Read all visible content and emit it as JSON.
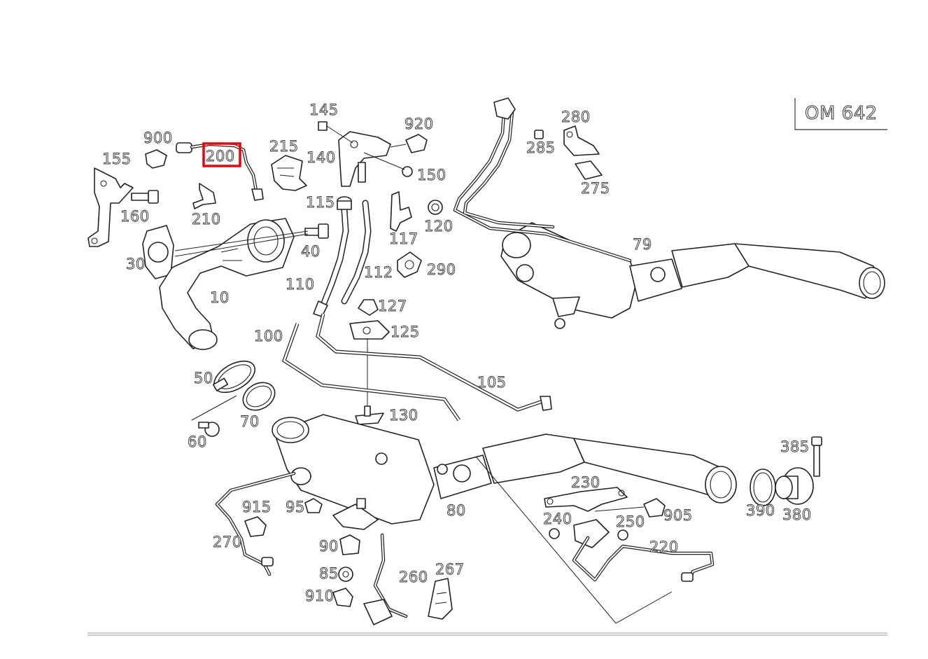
{
  "engine_code": "OM 642",
  "highlight_color": "#e8000d",
  "selected_part": "200",
  "labels": {
    "l10": "10",
    "l30": "30",
    "l40": "40",
    "l50": "50",
    "l60": "60",
    "l70": "70",
    "l79": "79",
    "l80": "80",
    "l85": "85",
    "l90": "90",
    "l95": "95",
    "l100": "100",
    "l105": "105",
    "l110": "110",
    "l112": "112",
    "l115": "115",
    "l117": "117",
    "l120": "120",
    "l125": "125",
    "l127": "127",
    "l130": "130",
    "l140": "140",
    "l145": "145",
    "l150": "150",
    "l155": "155",
    "l160": "160",
    "l200": "200",
    "l210": "210",
    "l215": "215",
    "l220": "220",
    "l230": "230",
    "l240": "240",
    "l250": "250",
    "l260": "260",
    "l267": "267",
    "l270": "270",
    "l275": "275",
    "l280": "280",
    "l285": "285",
    "l290": "290",
    "l380": "380",
    "l385": "385",
    "l390": "390",
    "l900": "900",
    "l905": "905",
    "l910": "910",
    "l915": "915",
    "l920": "920"
  }
}
